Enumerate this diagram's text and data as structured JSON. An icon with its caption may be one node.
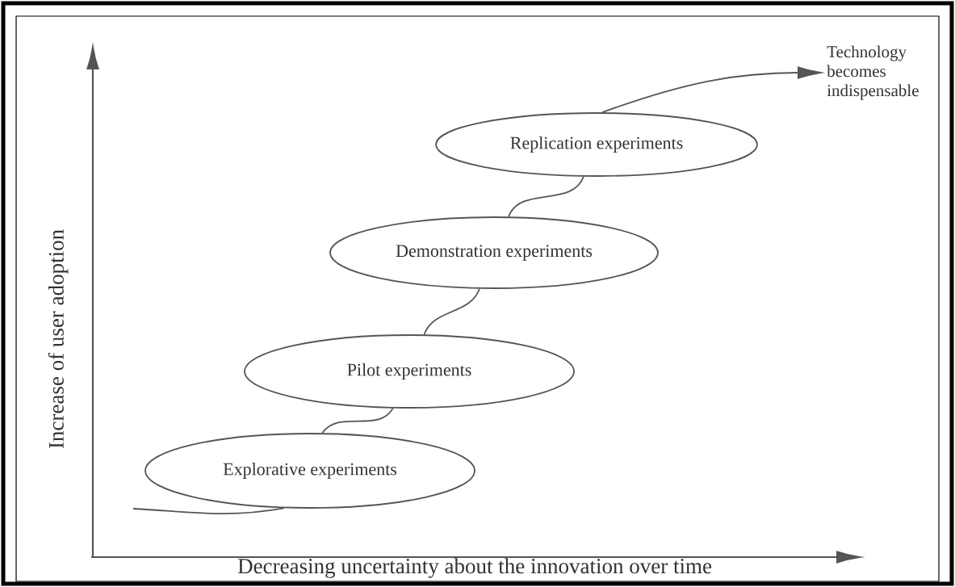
{
  "diagram": {
    "nodes": [
      {
        "text": [
          "Explorative experiments"
        ]
      },
      {
        "text": [
          "Pilot experiments"
        ]
      },
      {
        "text": [
          "Demonstration experiments"
        ]
      },
      {
        "text": [
          "Replication experiments"
        ]
      },
      {
        "text": [
          "Technology becomes indispensable"
        ]
      }
    ],
    "edges": [
      {
        "from": null,
        "to": 0,
        "arrow": "none"
      },
      {
        "from": 0,
        "to": 1,
        "arrow": "none"
      },
      {
        "from": 1,
        "to": 2,
        "arrow": "none"
      },
      {
        "from": 2,
        "to": 3,
        "arrow": "none"
      },
      {
        "from": 3,
        "to": 4,
        "arrow": "to"
      }
    ],
    "labels": [
      "Increase of user adoption",
      "Decreasing uncertainty about the innovation over time"
    ]
  }
}
